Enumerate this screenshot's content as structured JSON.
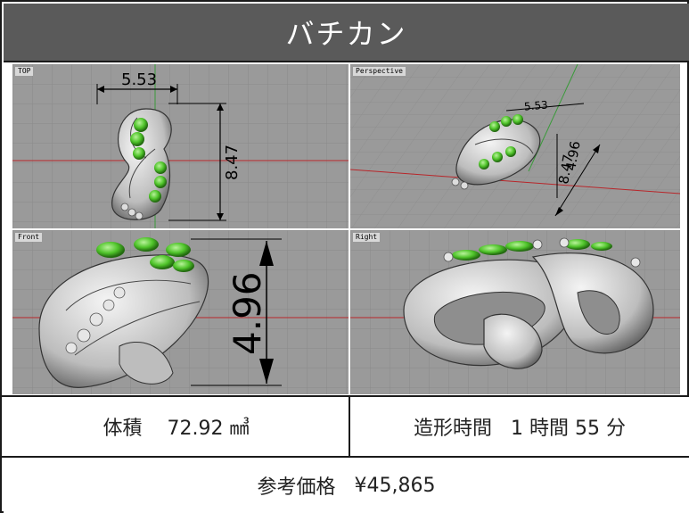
{
  "title": "バチカン",
  "viewports": {
    "top": {
      "label": "TOP",
      "dim_width": "5.53",
      "dim_height": "8.47"
    },
    "persp": {
      "label": "Perspective",
      "dim_a": "5.53",
      "dim_b": "4.96",
      "dim_c": "8.47"
    },
    "front": {
      "label": "Front",
      "dim_height": "4.96"
    },
    "right": {
      "label": "Right"
    }
  },
  "info": {
    "volume_label": "体積",
    "volume_value": "72.92 ㎣",
    "build_time_label": "造形時間",
    "build_time_value": "1 時間 55 分",
    "price_label": "参考価格",
    "price_value": "¥45,865"
  },
  "colors": {
    "title_bg": "#5a5a5a",
    "viewport_bg": "#9a9a9a",
    "gem": "#4fc42a",
    "axis_red": "#b8262a",
    "axis_green": "#3a9a3a"
  }
}
